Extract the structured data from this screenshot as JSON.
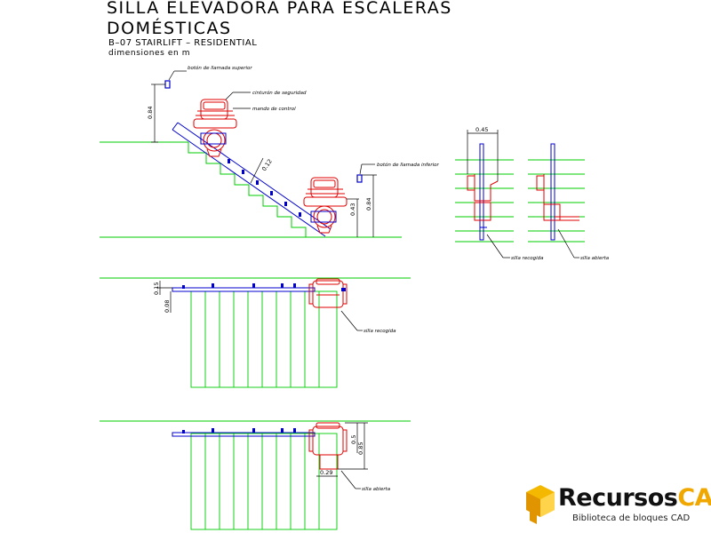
{
  "title_line1": "SILLA ELEVADORA PARA ESCALERAS",
  "title_line2": "DOMÉSTICAS",
  "subtitle": "B–07 STAIRLIFT – RESIDENTIAL",
  "units": "dimensiones en m",
  "labels": {
    "upper_call_button": "botón de llamada superior",
    "safety_belt": "cinturón de seguridad",
    "control_knob": "mando de control",
    "lower_call_button": "botón de llamada inferior",
    "chair_folded_side": "silla recogida",
    "chair_open_side": "silla abierta",
    "chair_folded_plan": "silla recogida",
    "chair_open_plan": "silla abierta"
  },
  "dimensions": {
    "upper_button_height": "0.84",
    "rail_offset": "0.12",
    "seat_height": "0.43",
    "lower_button_height": "0.84",
    "front_width": "0.45",
    "plan_folded_a": "0.15",
    "plan_folded_b": "0.08",
    "plan_open_a": "0.5",
    "plan_open_b": "0.85",
    "plan_open_c": "0.29"
  },
  "logo": {
    "word_main": "Recursos",
    "word_accent": "CAD",
    "tagline": "Biblioteca de bloques CAD"
  },
  "colors": {
    "stair": "#00cc00",
    "chair": "#e00000",
    "rail": "#0000cc",
    "logo_accent": "#f0a800"
  }
}
